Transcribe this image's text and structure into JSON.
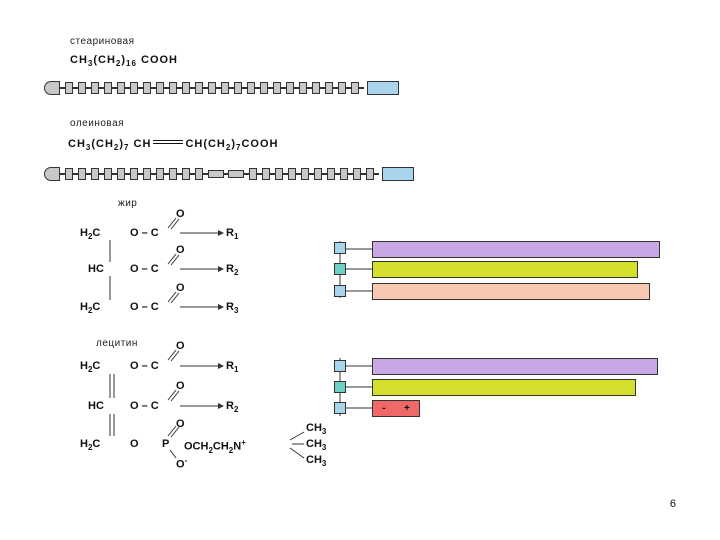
{
  "stearic": {
    "name": "стеариновая",
    "formula": {
      "a": "CH",
      "a_sub": "3",
      "b": "(CH",
      "b_sub": "2",
      "c": ")",
      "c_sub": "16",
      "d": "COOH"
    }
  },
  "oleic": {
    "name": "олеиновая",
    "formula": {
      "a": "CH",
      "a_sub": "3",
      "b": "(CH",
      "b_sub": "2",
      "c": ")",
      "c_sub": "7",
      "d": "CH",
      "e": "CH(CH",
      "e_sub": "2",
      "f": ")",
      "f_sub": "7",
      "g": "COOH"
    }
  },
  "fat": {
    "name": "жир",
    "rows": [
      {
        "left": "H",
        "left_sub": "2",
        "left2": "C",
        "ester": "O – C",
        "r": "R",
        "r_sub": "1"
      },
      {
        "left": "HC",
        "ester": "O – C",
        "r": "R",
        "r_sub": "2"
      },
      {
        "left": "H",
        "left_sub": "2",
        "left2": "C",
        "ester": "O – C",
        "r": "R",
        "r_sub": "3"
      }
    ],
    "oxygen": "O"
  },
  "lecithin": {
    "name": "лецитин",
    "rows": [
      {
        "left": "H",
        "left_sub": "2",
        "left2": "C",
        "ester": "O – C",
        "r": "R",
        "r_sub": "1"
      },
      {
        "left": "HC",
        "ester": "O – C",
        "r": "R",
        "r_sub": "2"
      }
    ],
    "phosphate": {
      "left": "H",
      "left_sub": "2",
      "left2": "C",
      "o": "O",
      "p": "P",
      "o_minus": "O",
      "minus": "-",
      "rest": "OCH",
      "rest_sub": "2",
      "rest2": "CH",
      "rest2_sub": "2",
      "n": "N",
      "plus": "+",
      "methyl": "CH",
      "methyl_sub": "3"
    },
    "charge": {
      "minus": "-",
      "plus": "+"
    }
  },
  "colors": {
    "chain_segment": "#c8c8c8",
    "carboxyl": "#a8d4ee",
    "glycerol_box": "#a8d4ee",
    "glycerol_mid": "#6fd0c4",
    "tail1": "#c8a8e4",
    "tail2": "#d4e02c",
    "tail3": "#f8c8b0",
    "head_charge": "#f06868"
  },
  "page_number": "6"
}
